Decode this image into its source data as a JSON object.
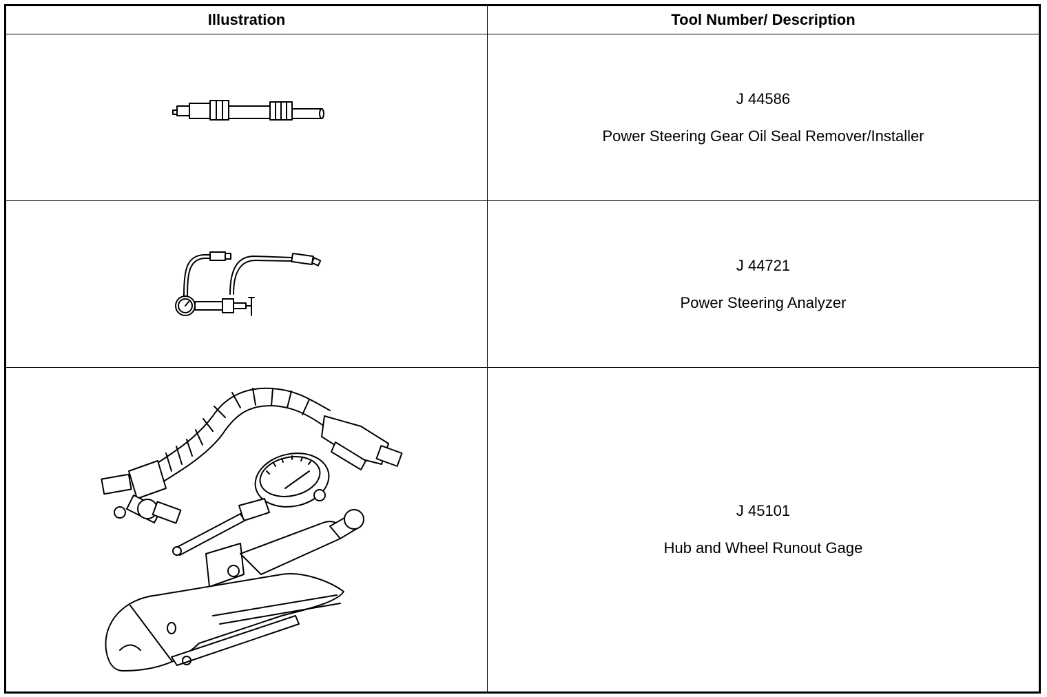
{
  "table": {
    "headers": {
      "illustration": "Illustration",
      "tool": "Tool Number/ Description"
    },
    "rows": [
      {
        "tool_number": "J 44586",
        "description": "Power Steering Gear Oil Seal Remover/Installer",
        "illustration_icon": "seal-remover-installer-icon"
      },
      {
        "tool_number": "J 44721",
        "description": "Power Steering Analyzer",
        "illustration_icon": "power-steering-analyzer-icon"
      },
      {
        "tool_number": "J 45101",
        "description": "Hub and Wheel Runout Gage",
        "illustration_icon": "runout-gage-icon"
      }
    ]
  }
}
